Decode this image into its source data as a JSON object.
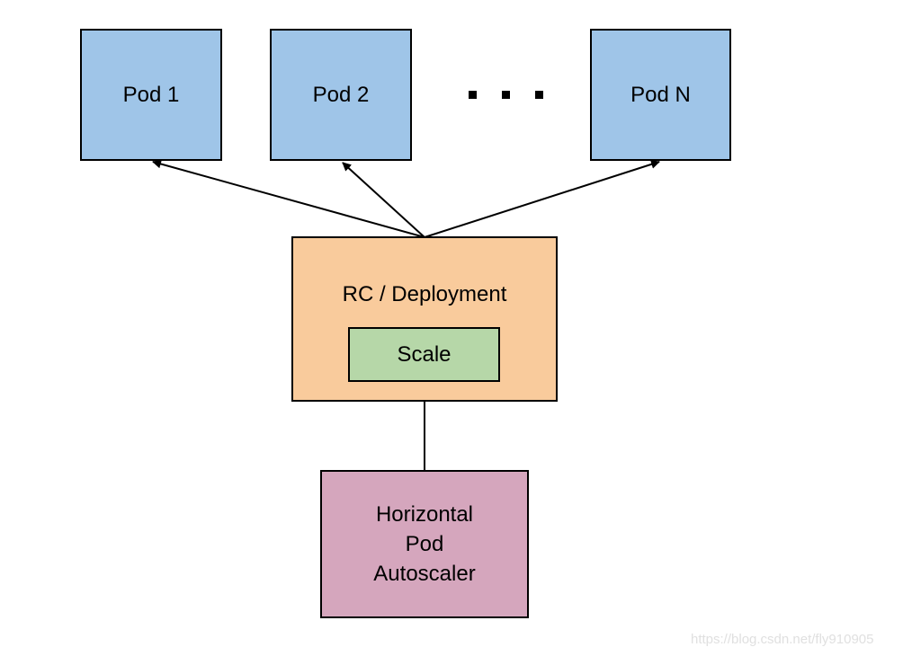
{
  "pods": [
    {
      "label": "Pod 1"
    },
    {
      "label": "Pod 2"
    },
    {
      "label": "Pod N"
    }
  ],
  "ellipsis": "...",
  "controller": {
    "label": "RC / Deployment",
    "inner": "Scale"
  },
  "autoscaler": {
    "lines": [
      "Horizontal",
      "Pod",
      "Autoscaler"
    ]
  },
  "watermark": "https://blog.csdn.net/fly910905",
  "colors": {
    "pod": "#9fc5e8",
    "controller": "#f9cb9c",
    "scale": "#b6d7a8",
    "autoscaler": "#d5a6bd"
  }
}
